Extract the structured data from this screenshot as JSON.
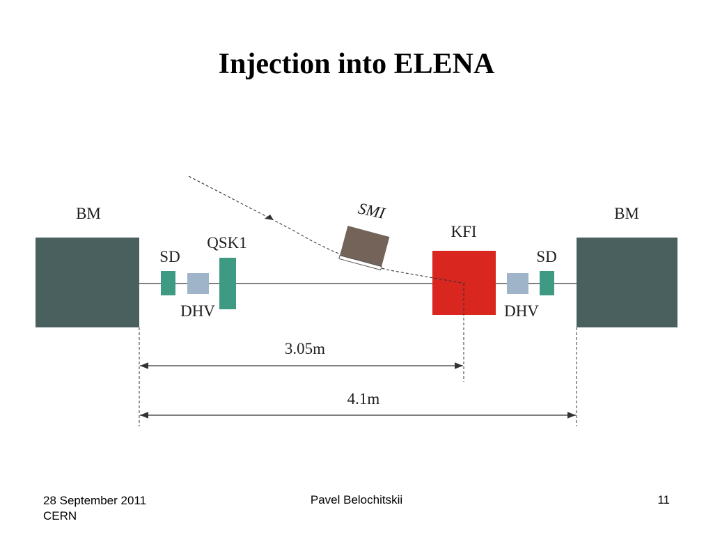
{
  "slide": {
    "title": "Injection into ELENA"
  },
  "diagram": {
    "labels": {
      "bm_left": "BM",
      "bm_right": "BM",
      "sd_left": "SD",
      "sd_right": "SD",
      "dhv_left": "DHV",
      "dhv_right": "DHV",
      "qsk1": "QSK1",
      "smi": "SMI",
      "kfi": "KFI"
    },
    "dimensions": {
      "inner": "3.05m",
      "outer": "4.1m"
    },
    "colors": {
      "bending_magnet": "#4a605e",
      "sd": "#3e9a83",
      "dhv": "#9fb4c8",
      "qsk1": "#3e9a83",
      "smi": "#736358",
      "kfi": "#d9261f",
      "line": "#333333"
    }
  },
  "footer": {
    "date": "28 September 2011",
    "org": "CERN",
    "author": "Pavel Belochitskii",
    "page_number": "11"
  }
}
